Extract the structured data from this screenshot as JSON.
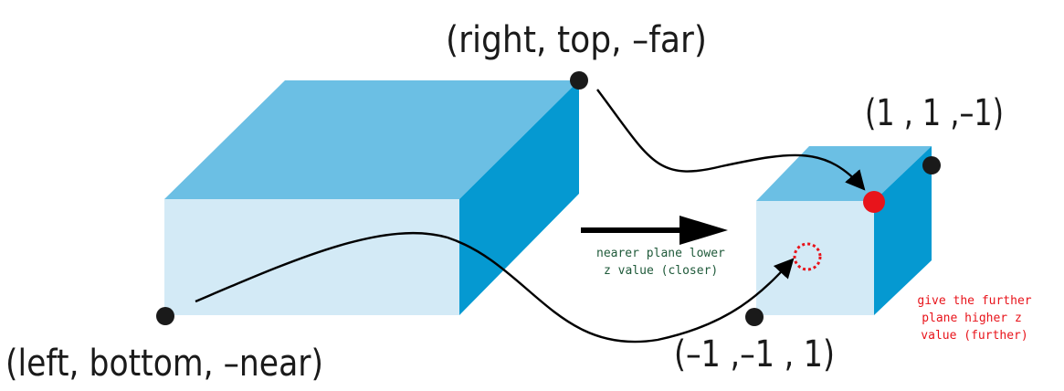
{
  "labels": {
    "corner_right_top_far": "(right, top, –far)",
    "corner_left_bottom_near": "(left, bottom, –near)",
    "ndc_1_1_m1": "(1 , 1 ,–1)",
    "ndc_m1_m1_1": "(–1 ,–1 , 1)"
  },
  "annotations": {
    "nearer_line1": "nearer plane lower",
    "nearer_line2": "z value (closer)",
    "further_line1": "give the further",
    "further_line2": "plane higher z",
    "further_line3": "value (further)"
  },
  "colors": {
    "top_face": "#6bbfe4",
    "front_face": "#d3eaf6",
    "side_face": "#0599d1",
    "dot": "#1a1a1a",
    "red_marker": "#e8141b",
    "annotation_green": "#1f5a3a",
    "annotation_red": "#e8141b"
  }
}
